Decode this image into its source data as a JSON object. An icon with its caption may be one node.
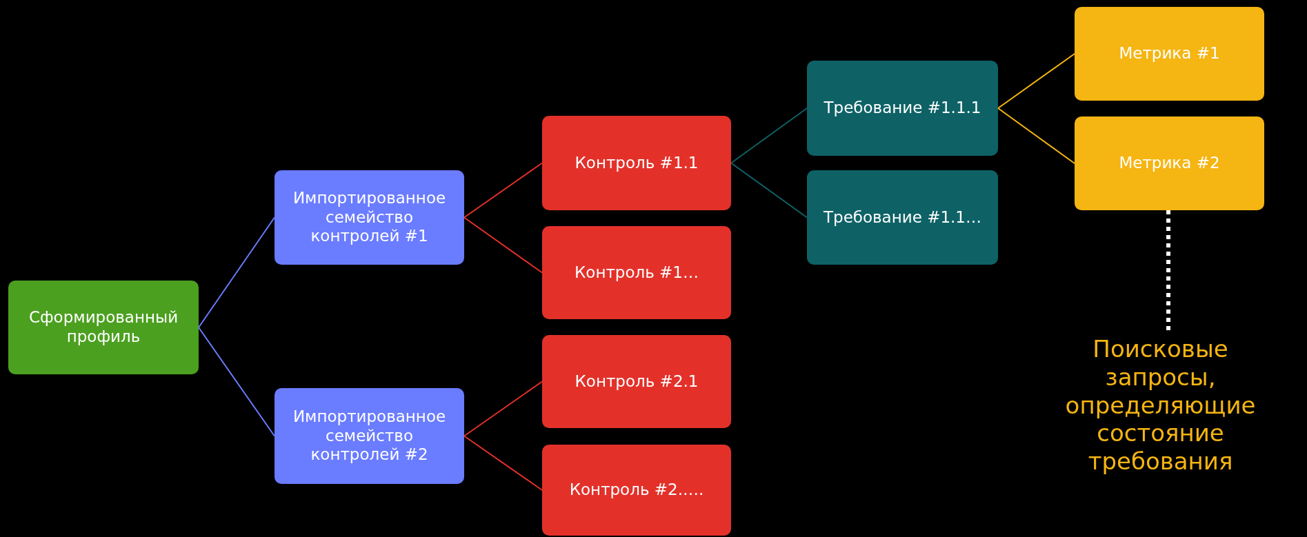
{
  "diagram": {
    "nodes": [
      {
        "text": [
          "Сформированный профиль"
        ]
      },
      {
        "text": [
          "Импортированное семейство контролей #1"
        ]
      },
      {
        "text": [
          "Импортированное семейство контролей #2"
        ]
      },
      {
        "text": [
          "Контроль #1.1"
        ]
      },
      {
        "text": [
          "Контроль #1…"
        ]
      },
      {
        "text": [
          "Контроль #2.1"
        ]
      },
      {
        "text": [
          "Контроль #2.…."
        ]
      },
      {
        "text": [
          "Требование #1.1.1"
        ]
      },
      {
        "text": [
          "Требование #1.1…"
        ]
      },
      {
        "text": [
          "Метрика #1"
        ]
      },
      {
        "text": [
          "Метрика #2"
        ]
      },
      {
        "text": [
          "Поисковые запросы, определяющие состояние требования"
        ]
      }
    ],
    "edges": [
      {
        "from": 0,
        "to": 1,
        "arrow": "none",
        "color": "#6a7cff"
      },
      {
        "from": 0,
        "to": 2,
        "arrow": "none",
        "color": "#6a7cff"
      },
      {
        "from": 1,
        "to": 3,
        "arrow": "none"
      },
      {
        "from": 1,
        "to": 4,
        "arrow": "none"
      },
      {
        "from": 2,
        "to": 5,
        "arrow": "none"
      },
      {
        "from": 2,
        "to": 6,
        "arrow": "none"
      },
      {
        "from": 3,
        "to": 7,
        "arrow": "none",
        "color": "#0e6266"
      },
      {
        "from": 3,
        "to": 8,
        "arrow": "none",
        "color": "#0e6266"
      },
      {
        "from": 7,
        "to": 9,
        "arrow": "none",
        "color": "#f5b512"
      },
      {
        "from": 7,
        "to": 10,
        "arrow": "none",
        "color": "#f5b512"
      },
      {
        "from": 10,
        "to": 11,
        "arrow": "none",
        "style": "dashed",
        "color": "#ffffff"
      }
    ]
  }
}
